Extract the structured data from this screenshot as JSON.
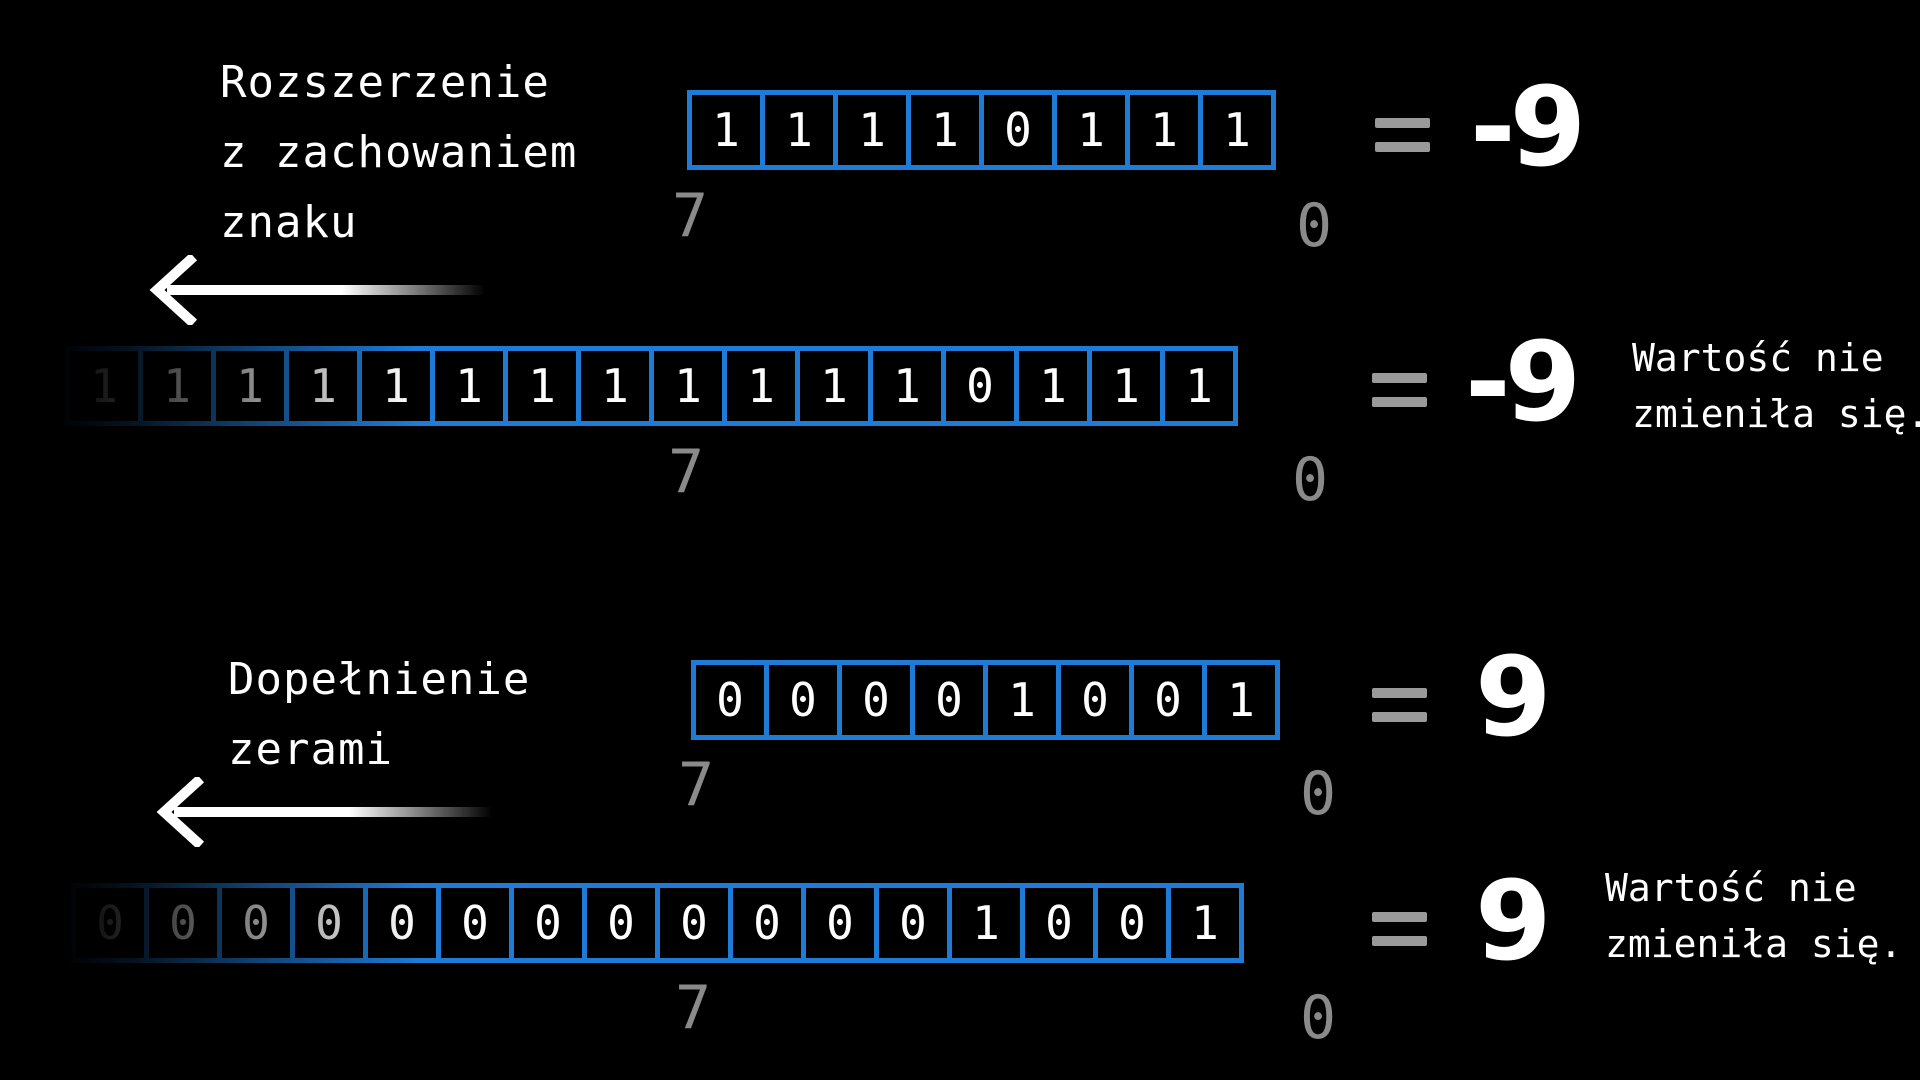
{
  "sections": [
    {
      "title_lines": [
        "Rozszerzenie",
        "z zachowaniem",
        "znaku"
      ],
      "source_bits": [
        "1",
        "1",
        "1",
        "1",
        "0",
        "1",
        "1",
        "1"
      ],
      "source_value": "-9",
      "extended_bits": [
        "1",
        "1",
        "1",
        "1",
        "1",
        "1",
        "1",
        "1",
        "1",
        "1",
        "1",
        "1",
        "0",
        "1",
        "1",
        "1"
      ],
      "extended_value": "-9",
      "note_lines": [
        "Wartość nie",
        "zmieniła się."
      ],
      "index_high": "7",
      "index_low": "0"
    },
    {
      "title_lines": [
        "Dopełnienie",
        "zerami"
      ],
      "source_bits": [
        "0",
        "0",
        "0",
        "0",
        "1",
        "0",
        "0",
        "1"
      ],
      "source_value": "9",
      "extended_bits": [
        "0",
        "0",
        "0",
        "0",
        "0",
        "0",
        "0",
        "0",
        "0",
        "0",
        "0",
        "0",
        "1",
        "0",
        "0",
        "1"
      ],
      "extended_value": "9",
      "note_lines": [
        "Wartość nie",
        "zmieniła się."
      ],
      "index_high": "7",
      "index_low": "0"
    }
  ],
  "colors": {
    "cell_border": "#1e7bd6",
    "index_text": "#8a8a8a",
    "equals": "#9a9a9a"
  },
  "icons": {
    "arrow": "arrow-left-icon",
    "equals": "equals-icon"
  }
}
